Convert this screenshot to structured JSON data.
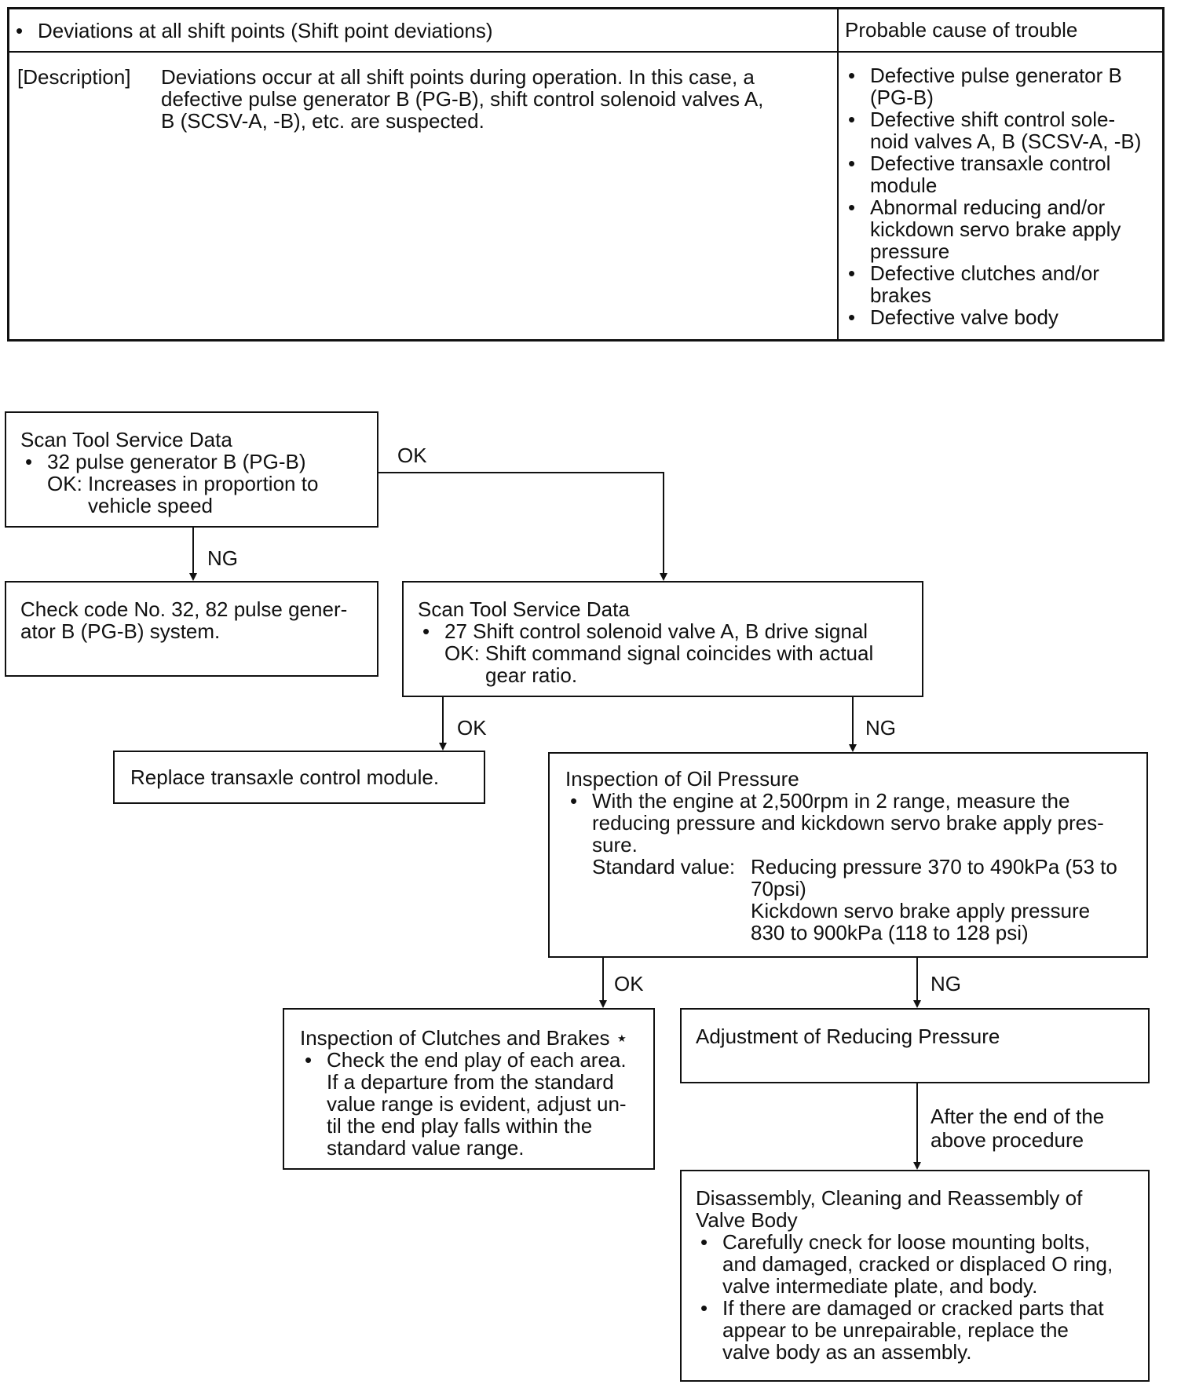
{
  "table": {
    "header_left": "Deviations at all shift points (Shift point deviations)",
    "header_right": "Probable cause of trouble",
    "desc_label": "[Description]",
    "desc_lines": [
      "Deviations occur at all shift points during operation.  In this case, a",
      "defective pulse generator B (PG-B), shift control solenoid valves A,",
      "B (SCSV-A, -B), etc. are suspected."
    ],
    "causes": [
      [
        "Defective pulse generator B",
        "(PG-B)"
      ],
      [
        "Defective shift control sole-",
        "noid valves A, B (SCSV-A, -B)"
      ],
      [
        "Defective transaxle control",
        "module"
      ],
      [
        "Abnormal reducing and/or",
        "kickdown servo brake apply",
        "pressure"
      ],
      [
        "Defective clutches and/or",
        "brakes"
      ],
      [
        "Defective valve body"
      ]
    ]
  },
  "flow": {
    "box1": {
      "title": "Scan Tool Service Data",
      "item": "32 pulse generator B (PG-B)",
      "ok1": "OK: Increases in proportion to",
      "ok2": "vehicle speed"
    },
    "box2": {
      "l1": "Check code No. 32, 82 pulse gener-",
      "l2": "ator B (PG-B) system."
    },
    "box3": {
      "title": "Scan Tool Service Data",
      "item": "27  Shift control solenoid valve A, B drive signal",
      "ok1": "OK: Shift command signal coincides with actual",
      "ok2": "gear ratio."
    },
    "box4": {
      "text": "Replace transaxle control module."
    },
    "box5": {
      "title": "Inspection of Oil Pressure",
      "b1": "With the engine at 2,500rpm in 2 range, measure the",
      "b2": "reducing pressure and kickdown servo brake apply pres-",
      "b3": "sure.",
      "std_label": "Standard value:",
      "std1": "Reducing pressure 370 to 490kPa (53 to",
      "std2": "70psi)",
      "std3": "Kickdown servo brake apply pressure",
      "std4": "830 to 900kPa (118 to 128 psi)"
    },
    "box6": {
      "title": "Inspection of Clutches and Brakes ⋆",
      "l1": "Check the end play of each area.",
      "l2": "If a departure from the standard",
      "l3": "value range is evident, adjust un-",
      "l4": "til the end play falls within the",
      "l5": "standard value range."
    },
    "box7": {
      "text": "Adjustment of Reducing Pressure"
    },
    "box8": {
      "title1": "Disassembly, Cleaning and Reassembly of",
      "title2": "Valve Body",
      "a1": "Carefully cneck for loose mounting bolts,",
      "a2": "and damaged, cracked or displaced O ring,",
      "a3": "valve intermediate plate, and body.",
      "b1": "If there are damaged or cracked parts that",
      "b2": "appear to be unrepairable, replace the",
      "b3": "valve body as an assembly."
    },
    "labels": {
      "ok1": "OK",
      "ng1": "NG",
      "ok2": "OK",
      "ng2": "NG",
      "ok3": "OK",
      "ng3": "NG",
      "after1": "After the end of the",
      "after2": "above procedure"
    }
  }
}
